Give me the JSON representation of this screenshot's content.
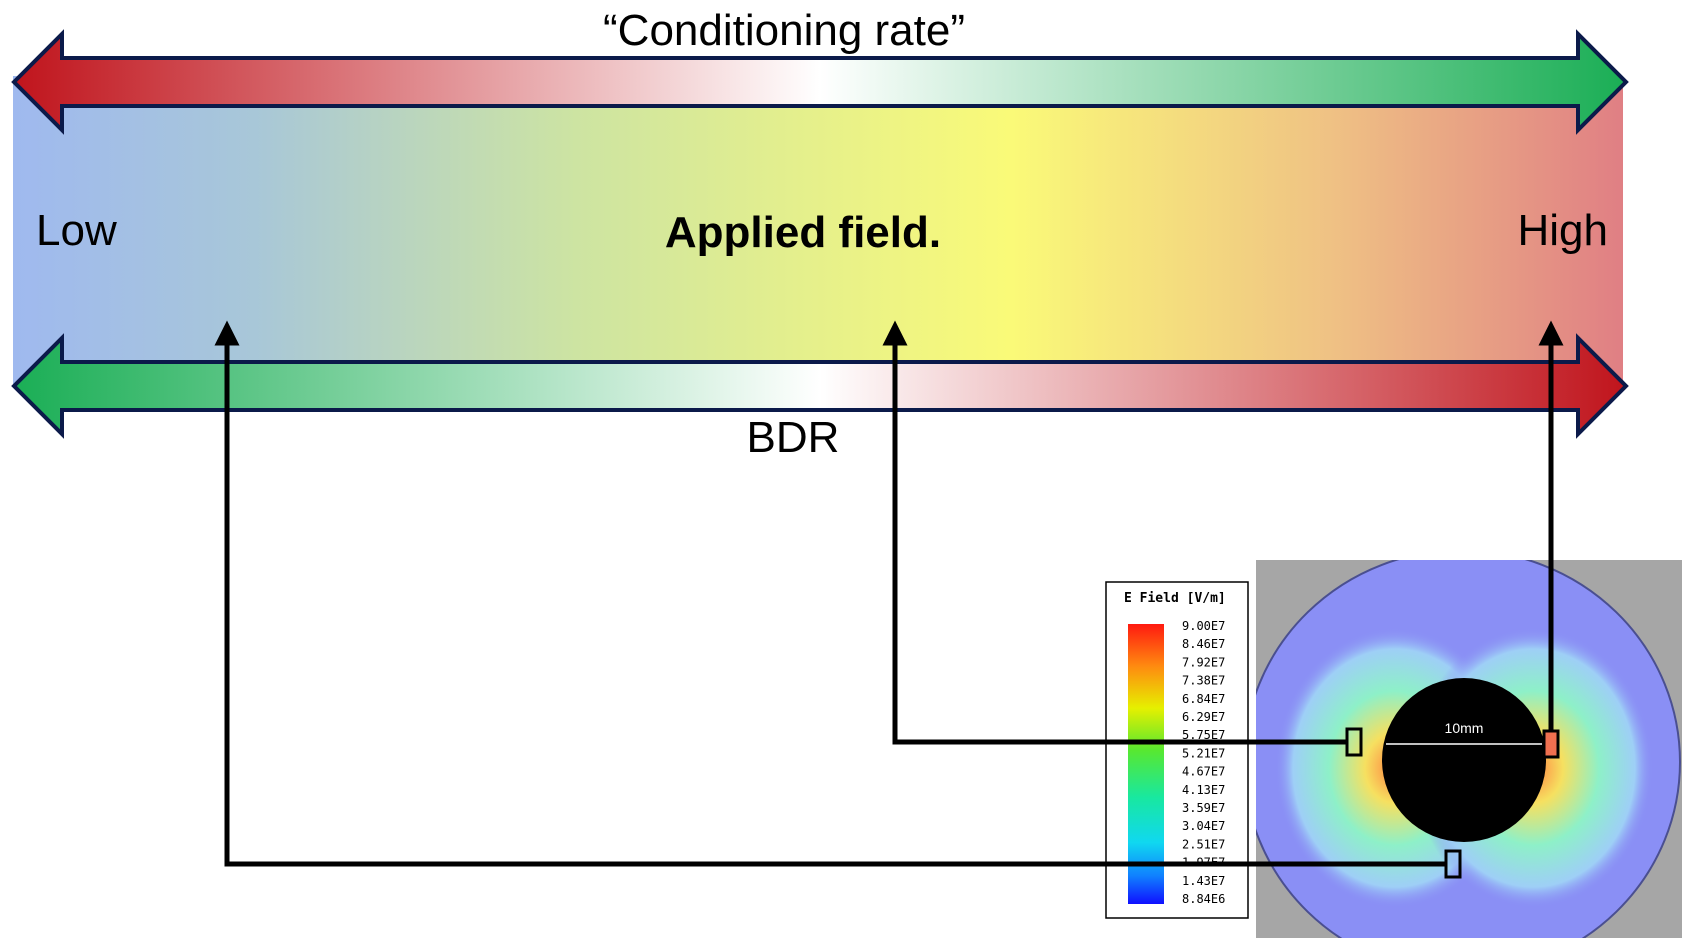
{
  "top_arrow": {
    "label": "“Conditioning rate”"
  },
  "field_band": {
    "low_label": "Low",
    "center_label": "Applied field.",
    "high_label": "High"
  },
  "bottom_arrow": {
    "label": "BDR"
  },
  "legend": {
    "title": "E Field [V/m]",
    "ticks": [
      "9.00E7",
      "8.46E7",
      "7.92E7",
      "7.38E7",
      "6.84E7",
      "6.29E7",
      "5.75E7",
      "5.21E7",
      "4.67E7",
      "4.13E7",
      "3.59E7",
      "3.04E7",
      "2.51E7",
      "1.97E7",
      "1.43E7",
      "8.84E6"
    ]
  },
  "simulation": {
    "dimension_label": "10mm"
  },
  "colors": {
    "low_red": "#c0141c",
    "high_green": "#1aae55",
    "band_low": "#9fb9ef",
    "band_mid": "#fafa78",
    "band_high": "#e07f84",
    "outline": "#0b1a4a",
    "field_background": "#8a8ff5",
    "backdrop": "#a6a6a6"
  },
  "icons": {
    "connector": "arrow-up-icon",
    "marker": "probe-marker-icon"
  }
}
